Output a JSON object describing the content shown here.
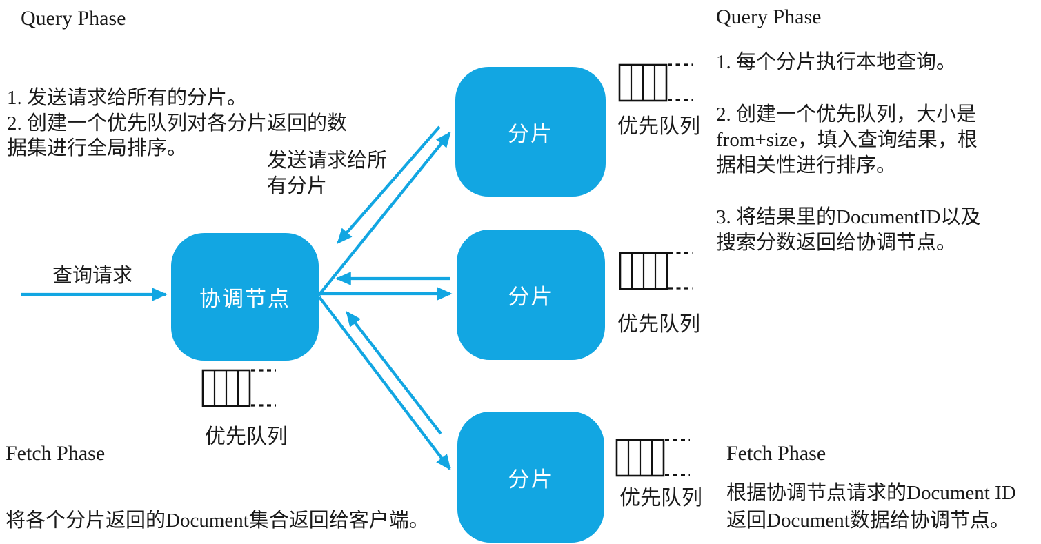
{
  "colors": {
    "accent": "#12a6e2",
    "ink": "#1a1a1a"
  },
  "left_column": {
    "query_phase": {
      "title": "Query Phase",
      "lines": [
        "1. 发送请求给所有的分片。",
        "2. 创建一个优先队列对各分片返回的数",
        "据集进行全局排序。"
      ]
    },
    "fetch_phase": {
      "title": "Fetch Phase",
      "lines": [
        "将各个分片返回的Document集合返回给客户端。"
      ]
    }
  },
  "right_column": {
    "query_phase": {
      "title": "Query Phase",
      "steps": [
        {
          "lines": [
            "1. 每个分片执行本地查询。"
          ]
        },
        {
          "lines": [
            "2. 创建一个优先队列，大小是",
            "from+size，填入查询结果，根",
            "据相关性进行排序。"
          ]
        },
        {
          "lines": [
            "3. 将结果里的DocumentID以及",
            "搜索分数返回给协调节点。"
          ]
        }
      ]
    },
    "fetch_phase": {
      "title": "Fetch Phase",
      "lines": [
        "根据协调节点请求的Document ID",
        "返回Document数据给协调节点。"
      ]
    }
  },
  "nodes": {
    "coordinating_node": "协调节点",
    "shard": "分片"
  },
  "edge_labels": {
    "query_request": "查询请求",
    "send_to_all_shards_lines": [
      "发送请求给所",
      "有分片"
    ]
  },
  "icons": {
    "priority_queue_label": "优先队列",
    "priority_queue_icon": "queue-cells-icon"
  }
}
